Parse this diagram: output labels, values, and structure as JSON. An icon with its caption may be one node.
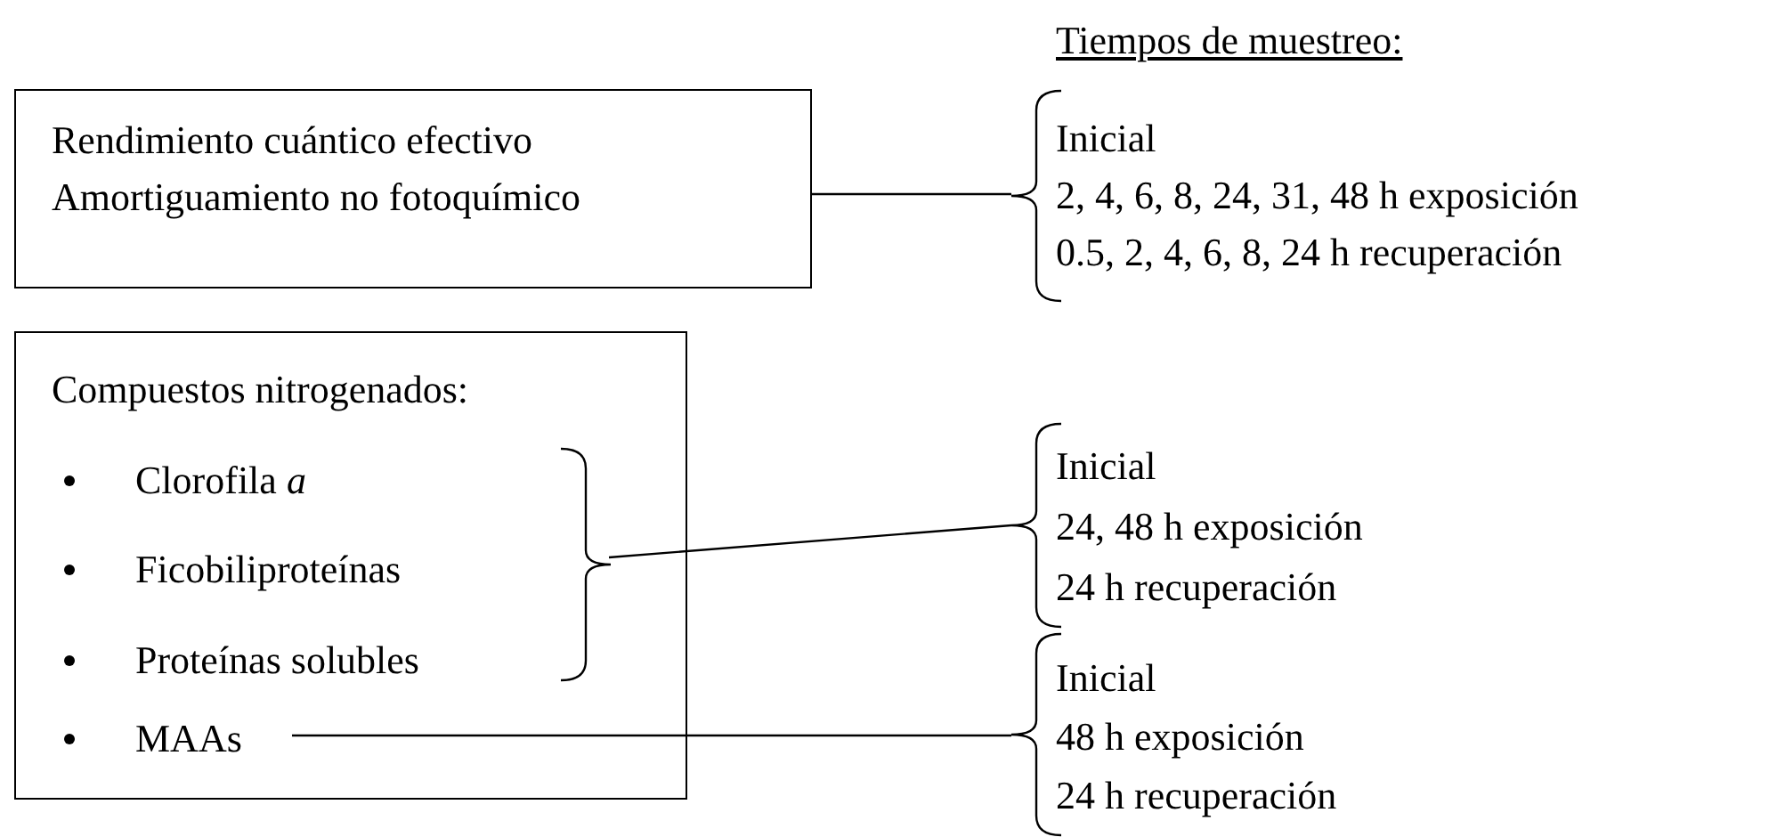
{
  "diagram": {
    "title": "Tiempos de muestreo:",
    "nodes": [
      {
        "text": [
          "Rendimiento cuántico efectivo",
          "Amortiguamiento no fotoquímico"
        ]
      },
      {
        "text": [
          "Compuestos nitrogenados:"
        ]
      },
      {
        "text": [
          "Clorofila *a*",
          "Ficobiliproteínas",
          "Proteínas solubles"
        ],
        "in": 1
      },
      {
        "text": [
          "MAAs"
        ],
        "in": 1
      },
      {
        "text": [
          "Inicial",
          "2, 4, 6, 8, 24, 31, 48 h exposición",
          "0.5, 2, 4, 6, 8, 24 h recuperación"
        ]
      },
      {
        "text": [
          "Inicial",
          "24, 48 h exposición",
          "24 h recuperación"
        ]
      },
      {
        "text": [
          "Inicial",
          "48 h exposición",
          "24 h recuperación"
        ]
      }
    ],
    "edges": [
      {
        "from": 0,
        "to": 4,
        "arrow": "none"
      },
      {
        "from": 2,
        "to": 5,
        "arrow": "none"
      },
      {
        "from": 3,
        "to": 6,
        "arrow": "none"
      }
    ]
  }
}
